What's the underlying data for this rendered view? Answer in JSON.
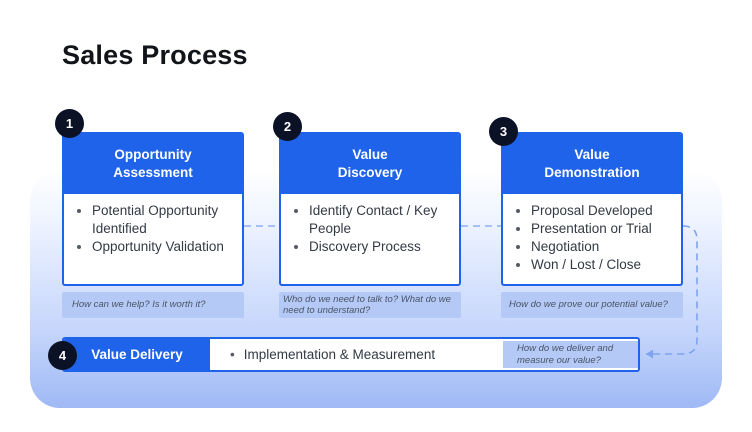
{
  "title": "Sales Process",
  "colors": {
    "accent": "#1f63ea",
    "badge": "#0c1226",
    "note_bg": "#b4c9f6"
  },
  "stages": [
    {
      "number": "1",
      "title": "Opportunity\nAssessment",
      "items": [
        "Potential Opportunity Identified",
        "Opportunity Validation"
      ],
      "question": "How can we help? Is it worth it?"
    },
    {
      "number": "2",
      "title": "Value\nDiscovery",
      "items": [
        "Identify Contact / Key People",
        "Discovery Process"
      ],
      "question": "Who do we need to talk to? What do we need to understand?"
    },
    {
      "number": "3",
      "title": "Value\nDemonstration",
      "items": [
        "Proposal Developed",
        "Presentation or Trial",
        "Negotiation",
        "Won / Lost / Close"
      ],
      "question": "How do we prove our potential value?"
    }
  ],
  "delivery": {
    "number": "4",
    "title": "Value Delivery",
    "item": "Implementation & Measurement",
    "question": "How do we deliver and\nmeasure our value?"
  }
}
